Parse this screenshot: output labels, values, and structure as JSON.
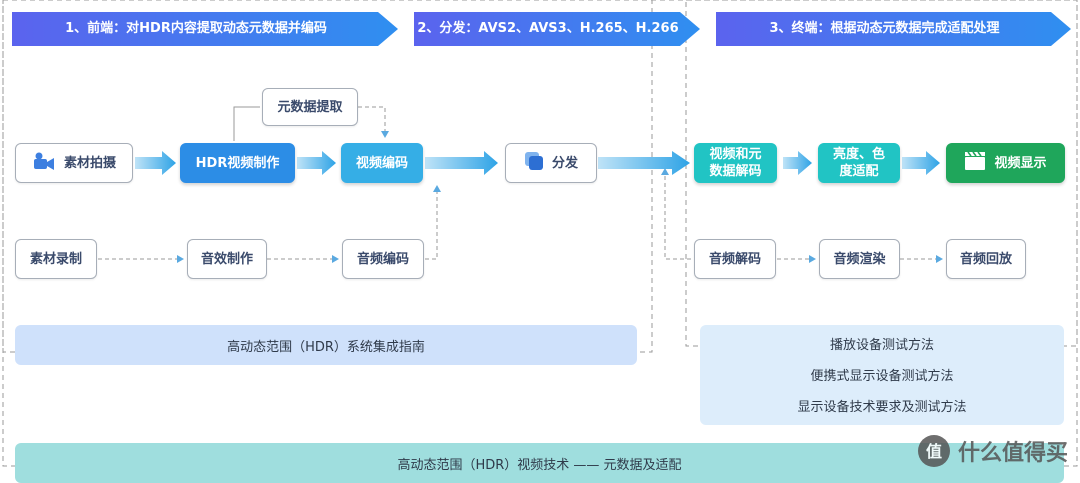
{
  "colors": {
    "banner_start": "#5b63ee",
    "banner_end": "#2f8ff0",
    "node_blue": "#2c8de6",
    "node_sky": "#35aee6",
    "node_teal": "#21c4c4",
    "node_green": "#1fa65b",
    "panel_standard": "#cfe1fb",
    "panel_test": "#ddedfb",
    "panel_bottom": "#9fdede",
    "arrow_gradient_start": "#bfe3f7",
    "arrow_gradient_end": "#2ea3e6",
    "dashed_border": "#9a9a9a"
  },
  "banners": {
    "stage1": "1、前端：对HDR内容提取动态元数据并编码",
    "stage2": "2、分发：AVS2、AVS3、H.265、H.266",
    "stage3": "3、终端：根据动态元数据完成适配处理"
  },
  "nodes": {
    "shoot": {
      "label": "素材拍摄",
      "icon": "video-camera-icon"
    },
    "hdr_production": {
      "label": "HDR视频制作"
    },
    "metadata_extract": {
      "label": "元数据提取"
    },
    "video_encode": {
      "label": "视频编码"
    },
    "distribution": {
      "label": "分发",
      "icon": "layers-icon"
    },
    "video_meta_decode": {
      "label": "视频和元数据解码"
    },
    "brightness_adapt": {
      "label": "亮度、色度适配"
    },
    "video_display": {
      "label": "视频显示",
      "icon": "clapperboard-icon"
    },
    "record": {
      "label": "素材录制"
    },
    "sound_effects": {
      "label": "音效制作"
    },
    "audio_encode": {
      "label": "音频编码"
    },
    "audio_decode": {
      "label": "音频解码"
    },
    "audio_render": {
      "label": "音频渲染"
    },
    "audio_playback": {
      "label": "音频回放"
    }
  },
  "panels": {
    "system_guide": "高动态范围（HDR）系统集成指南",
    "tests": [
      "播放设备测试方法",
      "便携式显示设备测试方法",
      "显示设备技术要求及测试方法"
    ],
    "bottom_standard": "高动态范围（HDR）视频技术 —— 元数据及适配"
  },
  "watermark": {
    "text": "什么值得买",
    "icon": "smzdm-logo-icon"
  }
}
